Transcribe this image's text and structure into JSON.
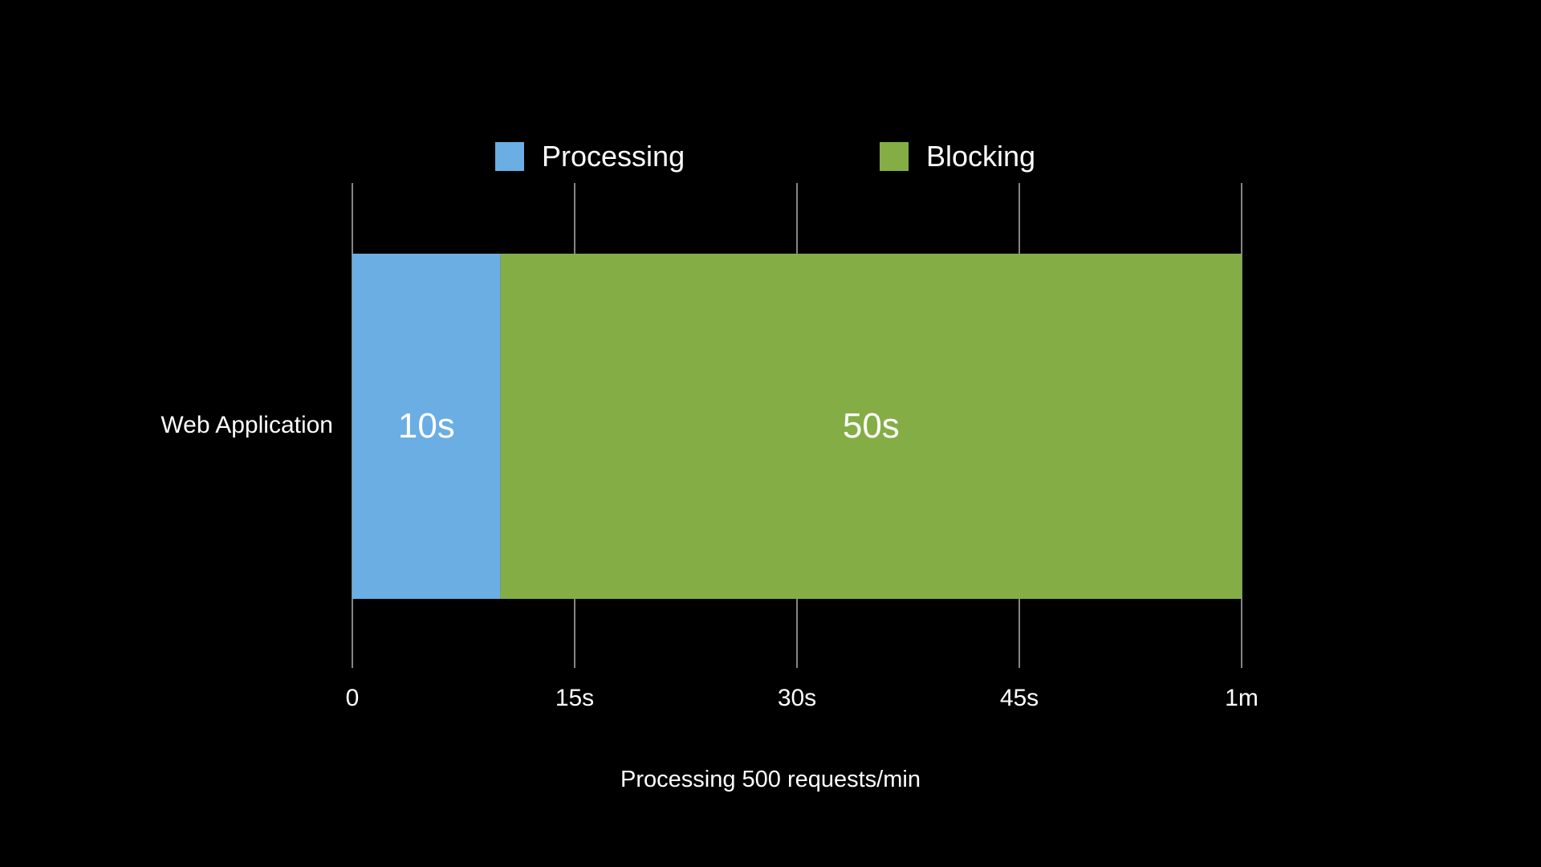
{
  "chart_data": {
    "type": "bar",
    "orientation": "horizontal",
    "stacked": true,
    "categories": [
      "Web Application"
    ],
    "series": [
      {
        "name": "Processing",
        "values": [
          10
        ],
        "color": "#6aaee3",
        "data_label": "10s"
      },
      {
        "name": "Blocking",
        "values": [
          50
        ],
        "color": "#84ae45",
        "data_label": "50s"
      }
    ],
    "xlim": [
      0,
      60
    ],
    "x_ticks": [
      {
        "value": 0,
        "label": "0"
      },
      {
        "value": 15,
        "label": "15s"
      },
      {
        "value": 30,
        "label": "30s"
      },
      {
        "value": 45,
        "label": "45s"
      },
      {
        "value": 60,
        "label": "1m"
      }
    ],
    "xlabel": "Processing 500 requests/min",
    "ylabel": "",
    "title": "",
    "grid": true,
    "legend_position": "top-center",
    "background_color": "#000000",
    "gridline_color": "#cccccc"
  }
}
